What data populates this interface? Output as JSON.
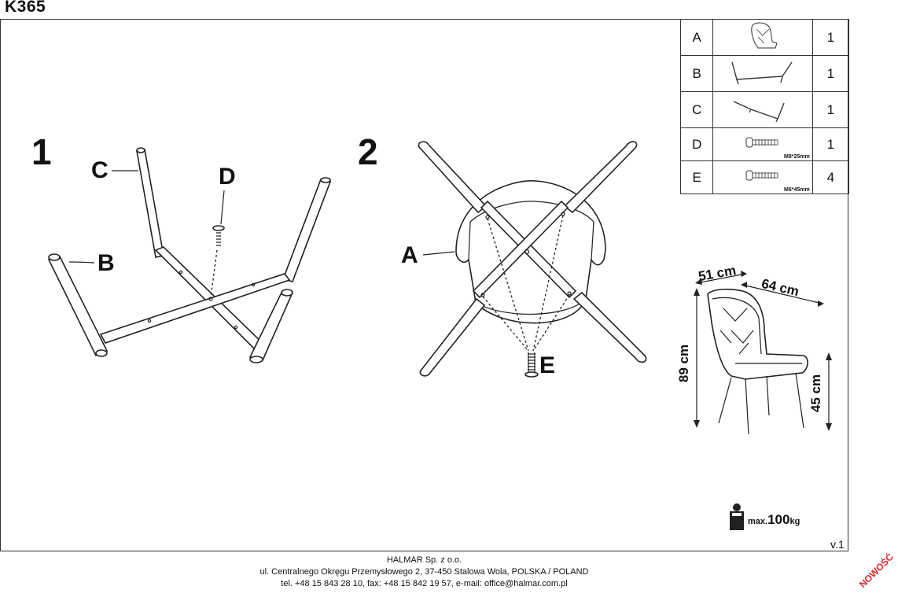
{
  "header": {
    "model": "K365"
  },
  "steps": [
    {
      "number": "1",
      "labels": {
        "c": "C",
        "d": "D",
        "b": "B"
      }
    },
    {
      "number": "2",
      "labels": {
        "a": "A",
        "e": "E"
      }
    }
  ],
  "parts": [
    {
      "key": "A",
      "qty": "1",
      "icon": "seat-icon",
      "note": ""
    },
    {
      "key": "B",
      "qty": "1",
      "icon": "frame-b-icon",
      "note": ""
    },
    {
      "key": "C",
      "qty": "1",
      "icon": "frame-c-icon",
      "note": ""
    },
    {
      "key": "D",
      "qty": "1",
      "icon": "screw-icon",
      "note": "M8*25mm"
    },
    {
      "key": "E",
      "qty": "4",
      "icon": "screw-icon",
      "note": "M6*45mm"
    }
  ],
  "dimensions": {
    "depth": "51 cm",
    "width": "64 cm",
    "height": "89 cm",
    "seat_height": "45 cm"
  },
  "max_load": {
    "prefix": "max.",
    "value": "100",
    "unit": "kg"
  },
  "version": "v.1",
  "footer": {
    "company": "HALMAR Sp. z o.o.",
    "address": "ul. Centralnego Okręgu Przemysłowego 2, 37-450 Stalowa Wola, POLSKA / POLAND",
    "contact": "tel. +48 15 843 28 10, fax: +48 15 842 19 57, e-mail: office@halmar.com.pl"
  },
  "badge": "NOWOŚĆ",
  "colors": {
    "line": "#222222",
    "badge": "#d9262b"
  }
}
